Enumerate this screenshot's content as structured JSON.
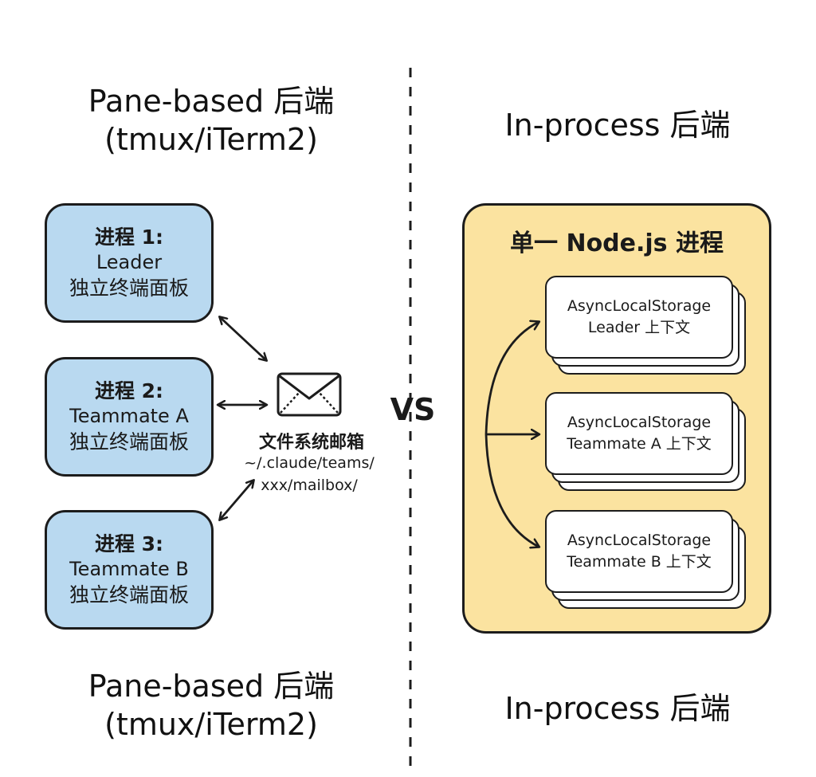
{
  "left": {
    "top_title": [
      "Pane-based 后端",
      "(tmux/iTerm2)"
    ],
    "bottom_title": [
      "Pane-based 后端",
      "(tmux/iTerm2)"
    ],
    "processes": [
      {
        "line1": "进程 1:",
        "line2": "Leader",
        "line3": "独立终端面板"
      },
      {
        "line1": "进程 2:",
        "line2": "Teammate A",
        "line3": "独立终端面板"
      },
      {
        "line1": "进程 3:",
        "line2": "Teammate B",
        "line3": "独立终端面板"
      }
    ],
    "mailbox": {
      "icon": "envelope-icon",
      "label": "文件系统邮箱",
      "path_line1": "~/.claude/teams/",
      "path_line2": "xxx/mailbox/"
    }
  },
  "vs": "VS",
  "right": {
    "top_title": "In-process 后端",
    "bottom_title": "In-process 后端",
    "container_title": "单一 Node.js 进程",
    "contexts": [
      {
        "line1": "AsyncLocalStorage",
        "line2": "Leader 上下文"
      },
      {
        "line1": "AsyncLocalStorage",
        "line2": "Teammate A 上下文"
      },
      {
        "line1": "AsyncLocalStorage",
        "line2": "Teammate B 上下文"
      }
    ]
  },
  "colors": {
    "process_fill": "#b9d9f0",
    "container_fill": "#fbe3a0",
    "stroke": "#1c1c1c"
  }
}
